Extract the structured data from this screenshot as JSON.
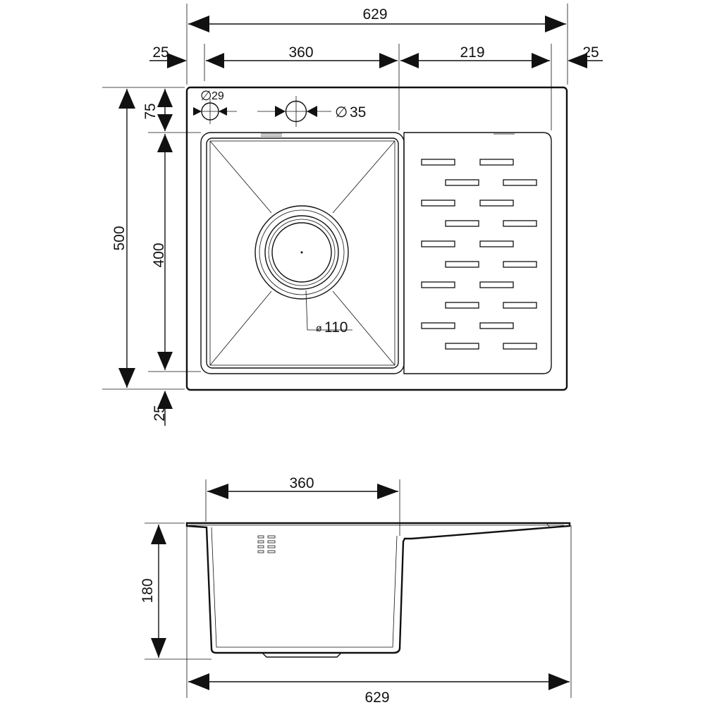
{
  "top_view": {
    "dims": {
      "overall_width": "629",
      "left_margin": "25",
      "bowl_width": "360",
      "drainer_width": "219",
      "right_margin": "25",
      "overall_depth": "500",
      "top_margin": "75",
      "bowl_depth": "400",
      "bottom_margin": "25"
    },
    "holes": {
      "small_hole": "29",
      "faucet_hole": "35",
      "drain_diameter": "110",
      "diameter_symbol": "ø"
    },
    "drainer_slots": {
      "rows": 10
    }
  },
  "side_view": {
    "dims": {
      "bowl_width": "360",
      "height": "180",
      "overall_width": "629"
    }
  }
}
